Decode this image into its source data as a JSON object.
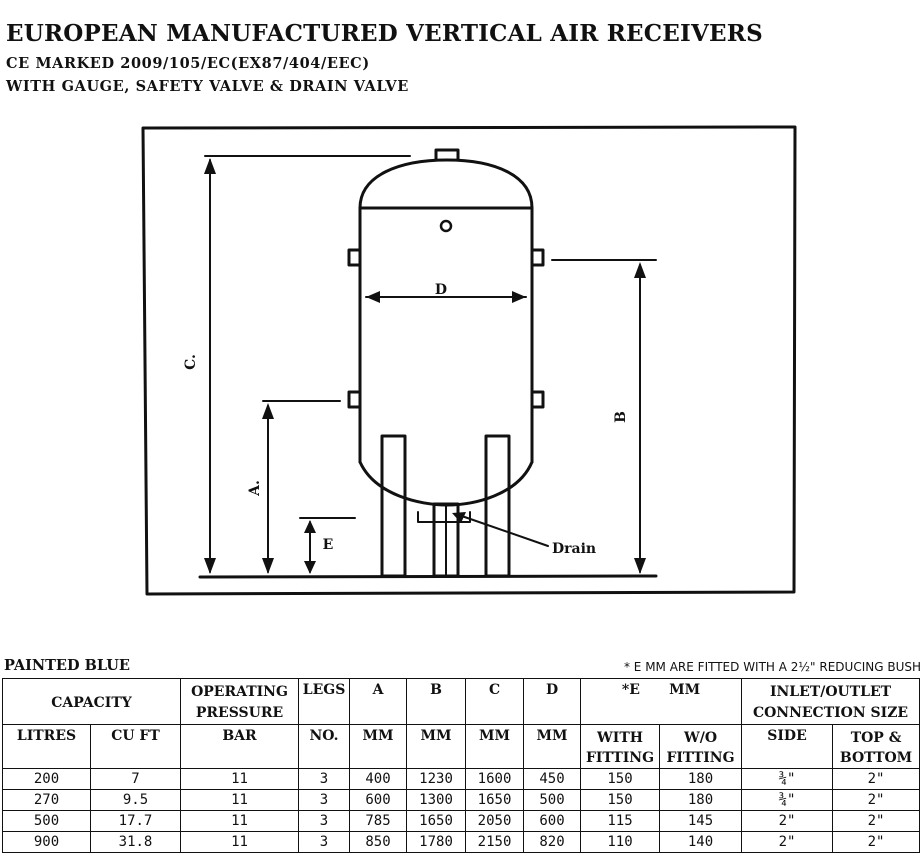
{
  "title": "EUROPEAN MANUFACTURED VERTICAL AIR RECEIVERS",
  "subtitle1": "CE MARKED  2009/105/EC(EX87/404/EEC)",
  "subtitle2": "WITH GAUGE, SAFETY VALVE & DRAIN VALVE",
  "diagram": {
    "labels": {
      "c": "C.",
      "b": "B",
      "a": "A.",
      "d": "D",
      "e": "E",
      "drain": "Drain"
    }
  },
  "painted_label": "PAINTED BLUE",
  "footnote": "* E MM ARE FITTED WITH A 2½\" REDUCING BUSH",
  "table": {
    "head1": {
      "capacity": "CAPACITY",
      "operating": "OPERATING",
      "pressure": "PRESSURE",
      "legs": "LEGS",
      "a": "A",
      "b": "B",
      "c": "C",
      "d": "D",
      "e": "*E",
      "e_unit": "MM",
      "inlet": "INLET/OUTLET",
      "connection": "CONNECTION SIZE"
    },
    "head2": {
      "litres": "LITRES",
      "cuft": "CU FT",
      "bar": "BAR",
      "no": "NO.",
      "a_mm": "MM",
      "b_mm": "MM",
      "c_mm": "MM",
      "d_mm": "MM",
      "with": "WITH",
      "fitting": "FITTING",
      "wo": "W/O",
      "wo_fitting": "FITTING",
      "side": "SIDE",
      "top": "TOP &",
      "bottom": "BOTTOM"
    },
    "rows": [
      {
        "litres": "200",
        "cuft": "7",
        "bar": "11",
        "legs": "3",
        "a": "400",
        "b": "1230",
        "c": "1600",
        "d": "450",
        "e_with": "150",
        "e_wo": "180",
        "side": "¾\"",
        "top": "2\""
      },
      {
        "litres": "270",
        "cuft": "9.5",
        "bar": "11",
        "legs": "3",
        "a": "600",
        "b": "1300",
        "c": "1650",
        "d": "500",
        "e_with": "150",
        "e_wo": "180",
        "side": "¾\"",
        "top": "2\""
      },
      {
        "litres": "500",
        "cuft": "17.7",
        "bar": "11",
        "legs": "3",
        "a": "785",
        "b": "1650",
        "c": "2050",
        "d": "600",
        "e_with": "115",
        "e_wo": "145",
        "side": "2\"",
        "top": "2\""
      },
      {
        "litres": "900",
        "cuft": "31.8",
        "bar": "11",
        "legs": "3",
        "a": "850",
        "b": "1780",
        "c": "2150",
        "d": "820",
        "e_with": "110",
        "e_wo": "140",
        "side": "2\"",
        "top": "2\""
      }
    ]
  }
}
